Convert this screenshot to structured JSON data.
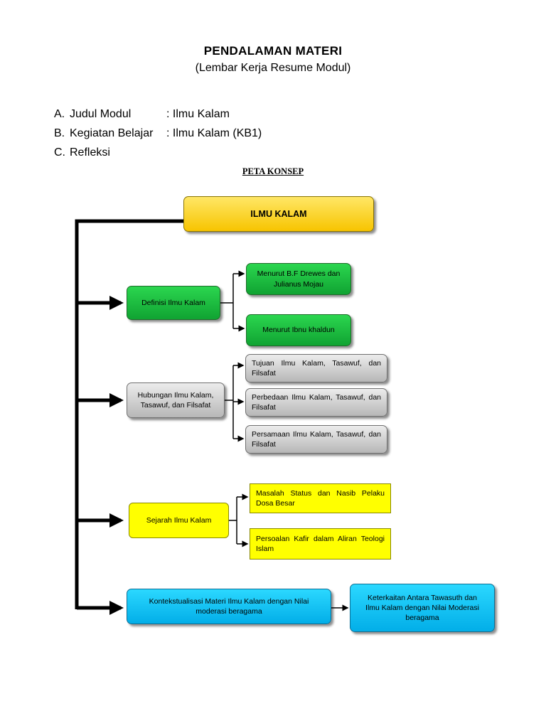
{
  "header": {
    "title": "PENDALAMAN MATERI",
    "subtitle": "(Lembar Kerja Resume Modul)"
  },
  "meta": [
    {
      "marker": "A.",
      "label": "Judul Modul",
      "value": ": Ilmu Kalam"
    },
    {
      "marker": "B.",
      "label": "Kegiatan Belajar",
      "value": ": Ilmu Kalam (KB1)"
    },
    {
      "marker": "C.",
      "label": "Refleksi",
      "value": ""
    }
  ],
  "concept_map": {
    "heading": "PETA KONSEP",
    "root": "ILMU KALAM",
    "branches": [
      {
        "label": "Definisi Ilmu Kalam",
        "children": [
          "Menurut B.F Drewes dan Julianus Mojau",
          "Menurut Ibnu khaldun"
        ]
      },
      {
        "label": "Hubungan Ilmu Kalam, Tasawuf, dan Filsafat",
        "children": [
          "Tujuan Ilmu Kalam, Tasawuf, dan Filsafat",
          "Perbedaan Ilmu Kalam, Tasawuf, dan Filsafat",
          "Persamaan Ilmu Kalam, Tasawuf, dan Filsafat"
        ]
      },
      {
        "label": "Sejarah Ilmu Kalam",
        "children": [
          "Masalah Status dan Nasib Pelaku Dosa Besar",
          "Persoalan Kafir dalam Aliran Teologi Islam"
        ]
      },
      {
        "label": "Kontekstualisasi Materi Ilmu Kalam dengan Nilai moderasi beragama",
        "children": [
          "Keterkaitan Antara Tawasuth dan Ilmu Kalam dengan Nilai Moderasi beragama"
        ]
      }
    ]
  },
  "colors": {
    "root": "#f7c400",
    "definisi": "#10a332",
    "hubungan": "#b7b7b7",
    "sejarah": "#ffff00",
    "kontekstualisasi": "#02aee8"
  }
}
